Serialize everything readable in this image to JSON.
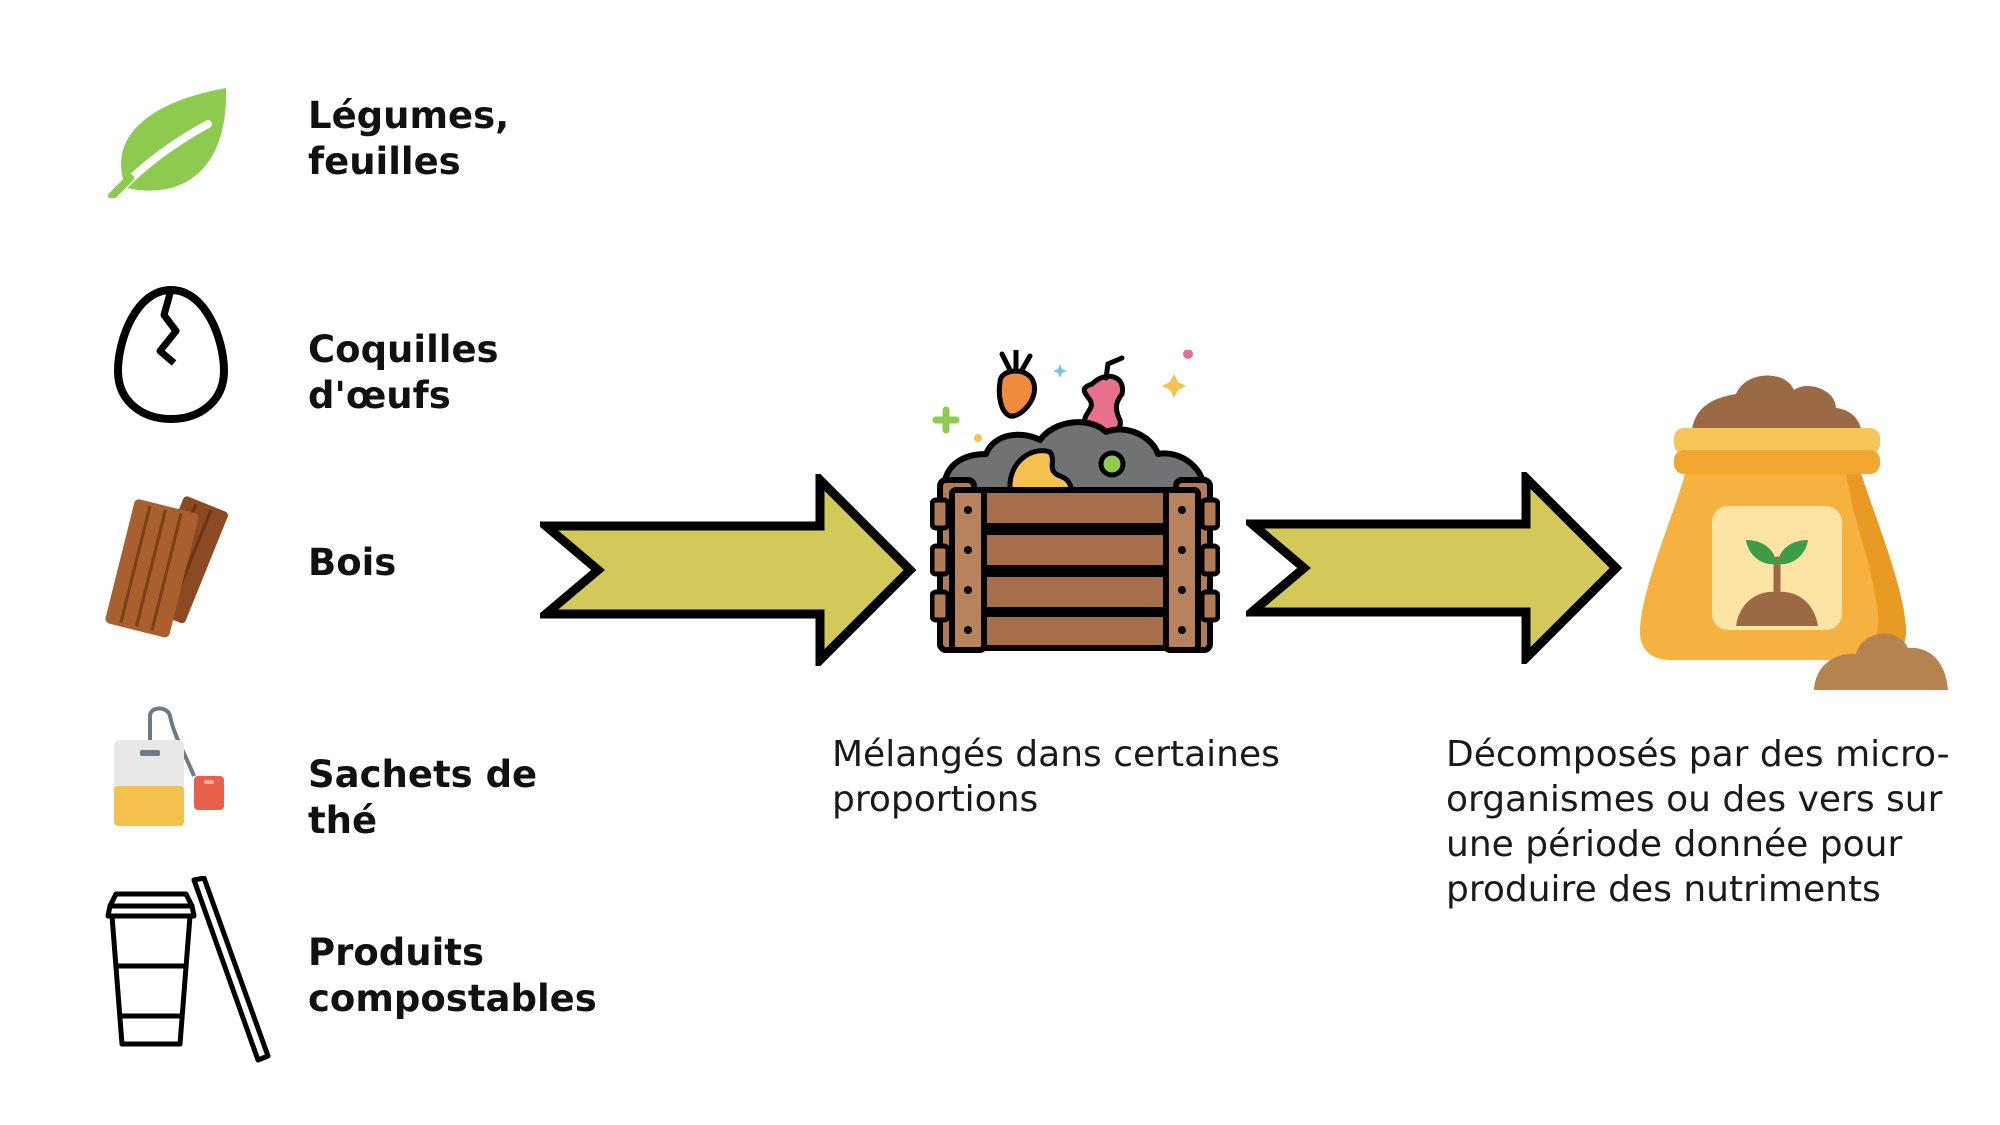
{
  "inputs": [
    {
      "label": "Légumes,\nfeuilles",
      "icon": "leaf-icon"
    },
    {
      "label": "Coquilles\nd'œufs",
      "icon": "cracked-egg-icon"
    },
    {
      "label": "Bois",
      "icon": "wood-planks-icon"
    },
    {
      "label": "Sachets de\nthé",
      "icon": "tea-bag-icon"
    },
    {
      "label": "Produits\ncompostables",
      "icon": "cup-straw-icon"
    }
  ],
  "steps": [
    {
      "icon": "compost-bin-icon",
      "caption": "Mélangés dans certaines\nproportions"
    },
    {
      "icon": "soil-bag-icon",
      "caption": "Décomposés par des micro-\norganismes ou des vers sur\nune période donnée pour\nproduire des nutriments"
    }
  ],
  "arrows": [
    {
      "icon": "arrow-right-icon"
    },
    {
      "icon": "arrow-right-icon"
    }
  ],
  "colors": {
    "arrow_fill": "#D3C85A",
    "arrow_stroke": "#000000",
    "leaf": "#8CCB4F",
    "wood": "#A0522D",
    "tea_liquid": "#F4C04E",
    "tea_tag": "#E8604C",
    "bin_wood": "#B07B55",
    "bag": "#F6B240",
    "soil": "#9B6A44"
  }
}
